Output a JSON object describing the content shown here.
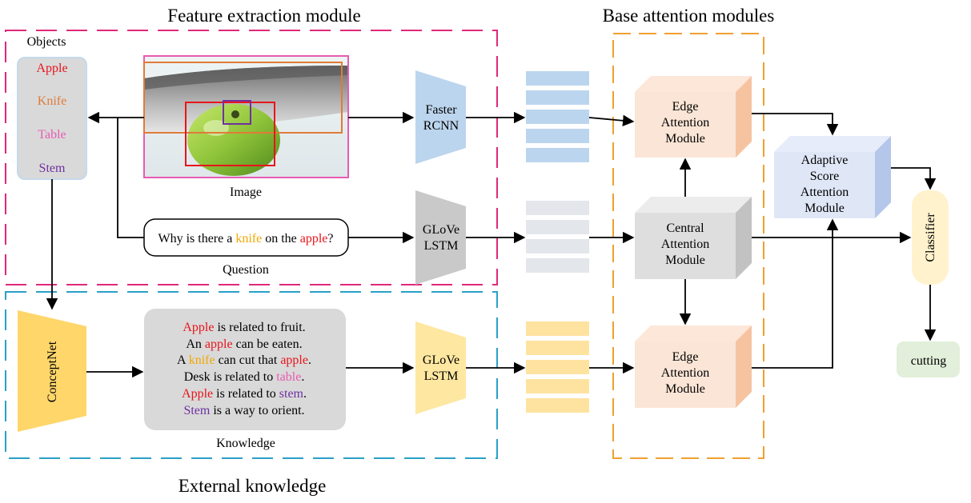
{
  "titles": {
    "feature_extraction": "Feature extraction module",
    "base_attention": "Base attention modules",
    "external_knowledge": "External knowledge"
  },
  "objects_panel": {
    "heading": "Objects",
    "items": [
      {
        "label": "Apple",
        "color": "#e8141b"
      },
      {
        "label": "Knife",
        "color": "#e07b39"
      },
      {
        "label": "Table",
        "color": "#e95bb2"
      },
      {
        "label": "Stem",
        "color": "#7030a0"
      }
    ]
  },
  "image": {
    "caption": "Image"
  },
  "question": {
    "caption": "Question",
    "parts": [
      {
        "text": "Why is there a ",
        "color": "#000000"
      },
      {
        "text": "knife",
        "color": "#f0a800"
      },
      {
        "text": " on the ",
        "color": "#000000"
      },
      {
        "text": "apple",
        "color": "#e8141b"
      },
      {
        "text": "?",
        "color": "#000000"
      }
    ]
  },
  "encoders": {
    "faster_rcnn": [
      "Faster",
      "RCNN"
    ],
    "glove_lstm_question": [
      "GLoVe",
      "LSTM"
    ],
    "glove_lstm_knowledge": [
      "GLoVe",
      "LSTM"
    ],
    "conceptnet": "ConceptNet"
  },
  "knowledge": {
    "caption": "Knowledge",
    "lines": [
      [
        {
          "text": "Apple",
          "color": "#e8141b"
        },
        {
          "text": " is related to fruit.",
          "color": "#000000"
        }
      ],
      [
        {
          "text": "An ",
          "color": "#000000"
        },
        {
          "text": "apple",
          "color": "#e8141b"
        },
        {
          "text": " can be eaten.",
          "color": "#000000"
        }
      ],
      [
        {
          "text": "A ",
          "color": "#000000"
        },
        {
          "text": "knife",
          "color": "#f0a800"
        },
        {
          "text": " can cut that ",
          "color": "#000000"
        },
        {
          "text": "apple",
          "color": "#e8141b"
        },
        {
          "text": ".",
          "color": "#000000"
        }
      ],
      [
        {
          "text": "Desk is related to ",
          "color": "#000000"
        },
        {
          "text": "table",
          "color": "#e95bb2"
        },
        {
          "text": ".",
          "color": "#000000"
        }
      ],
      [
        {
          "text": "Apple",
          "color": "#e8141b"
        },
        {
          "text": " is related to ",
          "color": "#000000"
        },
        {
          "text": "stem",
          "color": "#7030a0"
        },
        {
          "text": ".",
          "color": "#000000"
        }
      ],
      [
        {
          "text": "Stem",
          "color": "#7030a0"
        },
        {
          "text": " is a way to orient.",
          "color": "#000000"
        }
      ]
    ]
  },
  "modules": {
    "edge_top": [
      "Edge",
      "Attention",
      "Module"
    ],
    "central": [
      "Central",
      "Attention",
      "Module"
    ],
    "edge_bottom": [
      "Edge",
      "Attention",
      "Module"
    ],
    "adaptive": [
      "Adaptive",
      "Score",
      "Attention",
      "Module"
    ]
  },
  "classifier": "Classifier",
  "answer": "cutting",
  "colors": {
    "feature_box": "#e0287a",
    "external_box": "#2aa0c8",
    "base_box": "#f0a030",
    "blue_feature": "#bcd5ee",
    "gray_feature": "#e3e6ea",
    "yellow_feature": "#fde3a0"
  }
}
